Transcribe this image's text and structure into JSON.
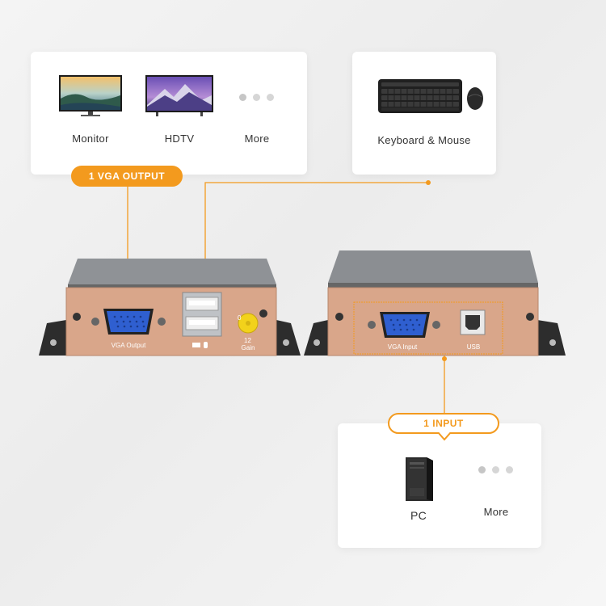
{
  "output_card": {
    "badge": "1 VGA OUTPUT",
    "devices": [
      {
        "label": "Monitor",
        "icon": "monitor-icon"
      },
      {
        "label": "HDTV",
        "icon": "tv-icon"
      },
      {
        "label": "More",
        "icon": "more-dots-icon"
      }
    ]
  },
  "peripheral_card": {
    "label": "Keyboard & Mouse",
    "icon": "keyboard-mouse-icon"
  },
  "input_card": {
    "badge": "1 INPUT",
    "devices": [
      {
        "label": "PC",
        "icon": "pc-tower-icon"
      },
      {
        "label": "More",
        "icon": "more-dots-icon"
      }
    ]
  },
  "receiver_unit": {
    "port_labels": [
      "VGA Output",
      "Gain"
    ],
    "port_numbers": [
      "0",
      "12"
    ]
  },
  "transmitter_unit": {
    "port_labels": [
      "VGA Input",
      "USB"
    ]
  },
  "colors": {
    "accent": "#f39a1e",
    "panel": "#d9a68a",
    "vga_port": "#2f5fd0",
    "knob": "#f2d21b"
  }
}
